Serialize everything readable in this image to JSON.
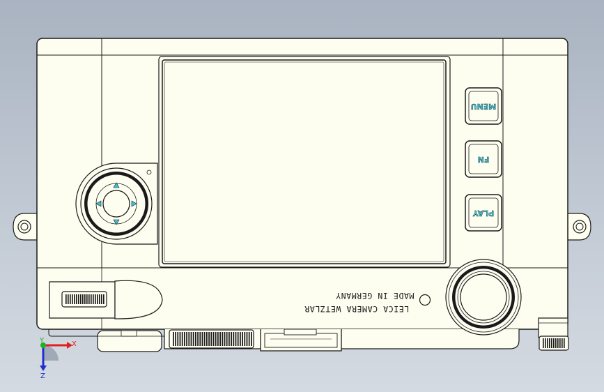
{
  "camera": {
    "buttons": {
      "menu": "MENU",
      "fn": "FN",
      "play": "PLAY"
    },
    "engraving": {
      "line1": "LEICA CAMERA WETZLAR",
      "line2": "MADE IN GERMANY",
      "orientation": "upside-down"
    }
  },
  "triad": {
    "x_label": "X",
    "y_label": "Y",
    "z_label": "Z"
  },
  "colors": {
    "body": "#fdfdf0",
    "outline": "#1a1a1a",
    "background_top": "#a9b3c1",
    "background_bottom": "#d4dae1",
    "arrow_accent": "#35c6d8",
    "x_axis": "#e02020",
    "y_axis": "#20b020",
    "z_axis": "#2030d0"
  }
}
